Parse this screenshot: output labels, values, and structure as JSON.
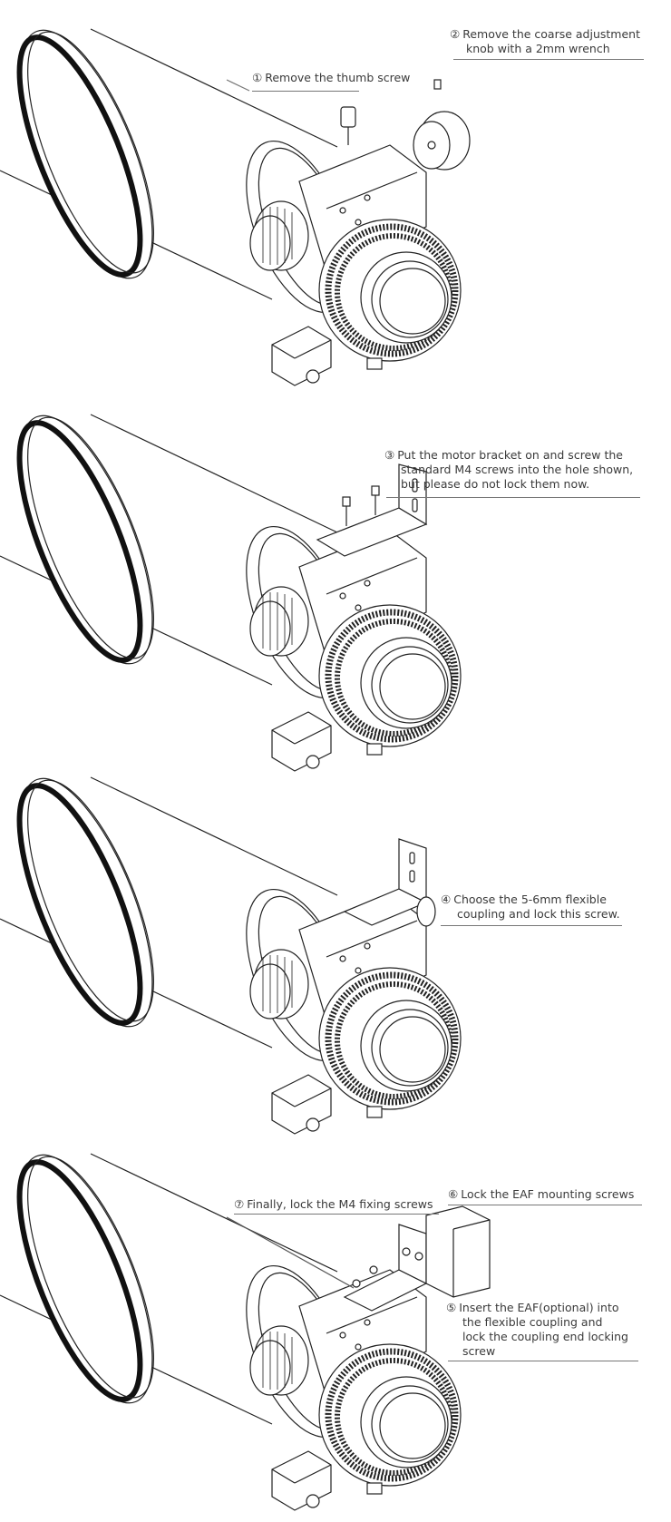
{
  "title": "EAF bracket installation steps",
  "steps": {
    "s1": {
      "num": "①",
      "lines": [
        "Remove the thumb screw"
      ]
    },
    "s2": {
      "num": "②",
      "lines": [
        "Remove the coarse adjustment",
        "knob with a 2mm wrench"
      ]
    },
    "s3": {
      "num": "③",
      "lines": [
        "Put the motor bracket on and screw the",
        "standard M4 screws into the hole shown,",
        "but please do not lock them now."
      ]
    },
    "s4": {
      "num": "④",
      "lines": [
        "Choose the 5-6mm flexible",
        "coupling and lock this screw."
      ]
    },
    "s5": {
      "num": "⑤",
      "lines": [
        "Insert the EAF(optional) into",
        "the flexible coupling and",
        "lock the coupling end locking",
        "screw"
      ]
    },
    "s6": {
      "num": "⑥",
      "lines": [
        "Lock the EAF mounting screws"
      ]
    },
    "s7": {
      "num": "⑦",
      "lines": [
        "Finally, lock the M4 fixing screws"
      ]
    }
  },
  "colors": {
    "line": "#222222",
    "text": "#3a3a3a",
    "leader": "#777777"
  }
}
